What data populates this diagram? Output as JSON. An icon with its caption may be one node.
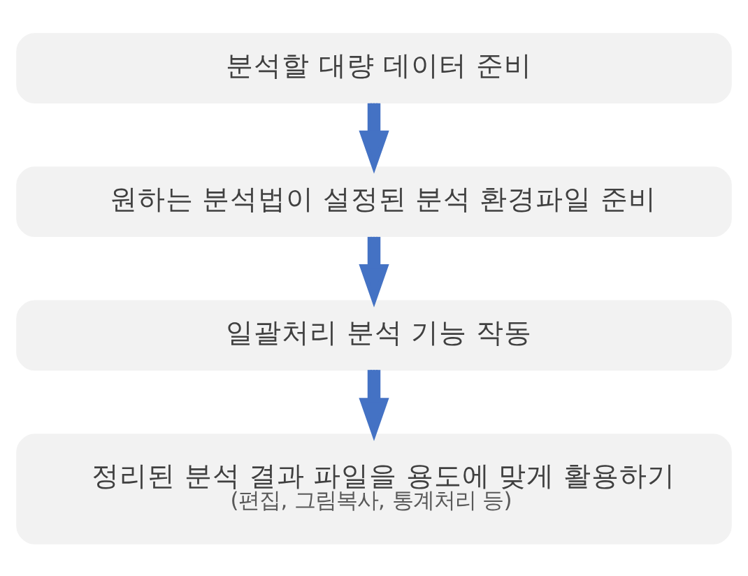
{
  "diagram": {
    "nodes": [
      {
        "text": [
          "분석할 대량 데이터 준비"
        ]
      },
      {
        "text": [
          "원하는 분석법이 설정된 분석 환경파일 준비"
        ]
      },
      {
        "text": [
          "일괄처리 분석 기능 작동"
        ]
      },
      {
        "text": [
          "정리된 분석 결과 파일을 용도에 맞게 활용하기",
          "(편집, 그림복사, 통계처리 등)"
        ]
      }
    ],
    "edges": [
      {
        "from": 0,
        "to": 1,
        "arrow": "to"
      },
      {
        "from": 1,
        "to": 2,
        "arrow": "to"
      },
      {
        "from": 2,
        "to": 3,
        "arrow": "to"
      }
    ]
  }
}
